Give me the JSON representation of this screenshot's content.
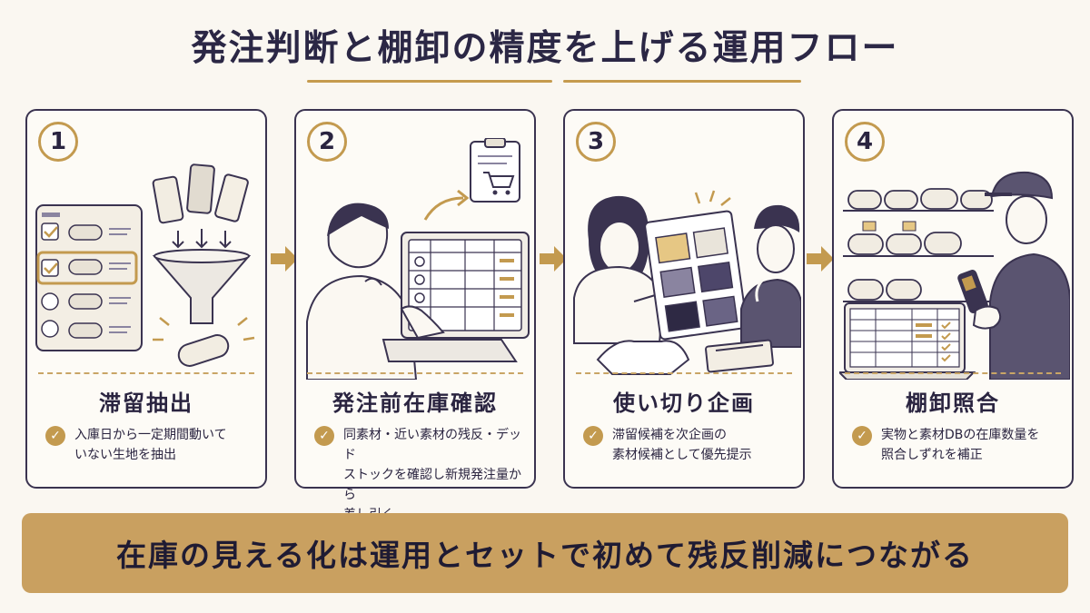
{
  "title": "発注判断と棚卸の精度を上げる運用フロー",
  "colors": {
    "accent": "#c39a4f",
    "ink": "#2a2440",
    "banner": "#c9a060",
    "background": "#faf7f1"
  },
  "steps": [
    {
      "number": "1",
      "title": "滞留抽出",
      "lines": [
        "入庫日から一定期間動いて",
        "いない生地を抽出"
      ],
      "icon": "fabric-roll-funnel-icon"
    },
    {
      "number": "2",
      "title": "発注前在庫確認",
      "lines": [
        "同素材・近い素材の残反・デッド",
        "ストックを確認し新規発注量から",
        "差し引く"
      ],
      "icon": "inventory-monitor-icon"
    },
    {
      "number": "3",
      "title": "使い切り企画",
      "lines": [
        "滞留候補を次企画の",
        "素材候補として優先提示"
      ],
      "icon": "fabric-swatch-board-icon"
    },
    {
      "number": "4",
      "title": "棚卸照合",
      "lines": [
        "実物と素材DBの在庫数量を",
        "照合しずれを補正"
      ],
      "icon": "barcode-scanner-icon"
    }
  ],
  "check_glyph": "✓",
  "banner": "在庫の見える化は運用とセットで初めて残反削減につながる"
}
